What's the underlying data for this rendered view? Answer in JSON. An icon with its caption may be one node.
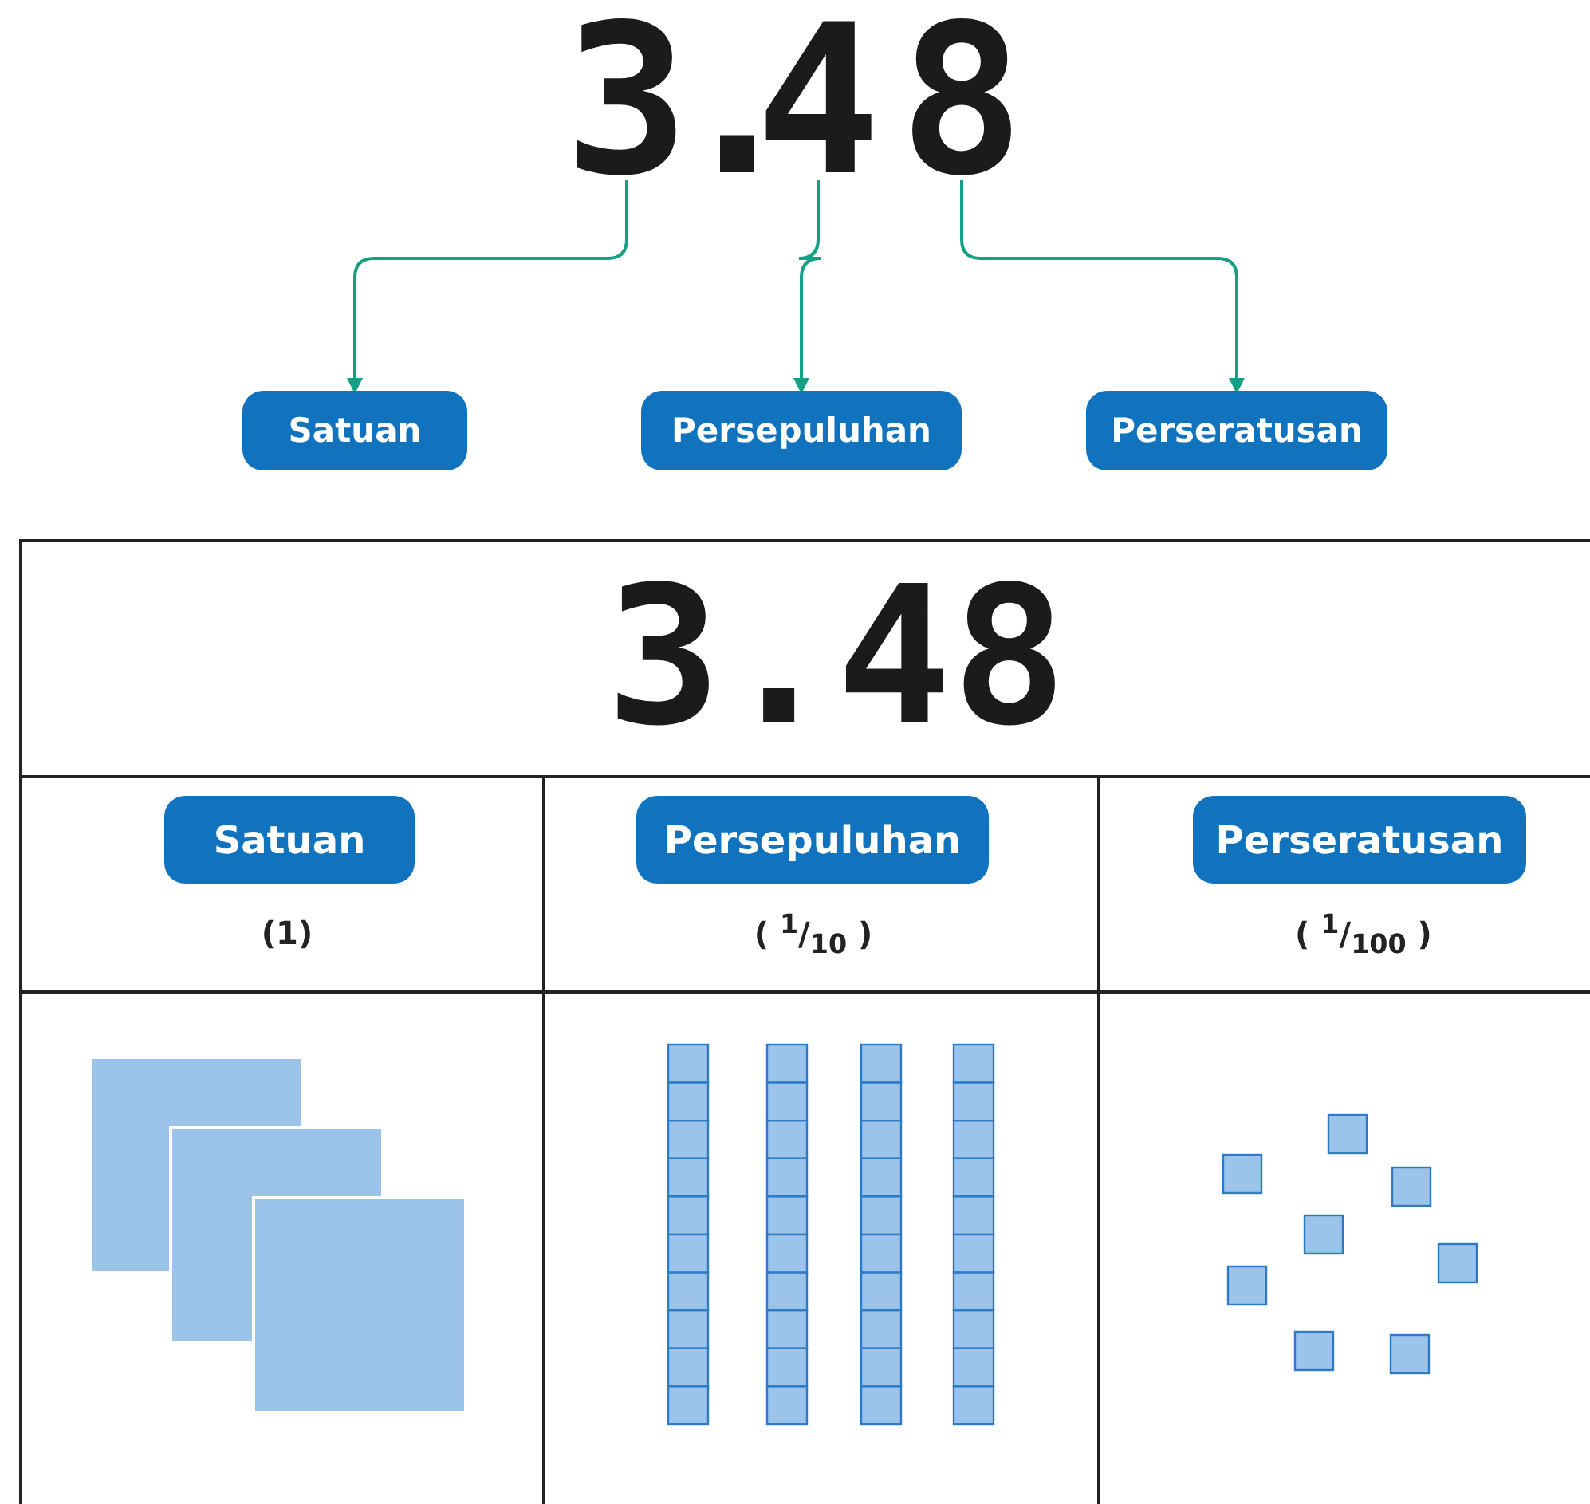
{
  "diagram": {
    "nodes": [
      {
        "text": [
          "3"
        ]
      },
      {
        "text": [
          "4"
        ]
      },
      {
        "text": [
          "8"
        ]
      },
      {
        "text": [
          "Satuan"
        ]
      },
      {
        "text": [
          "Persepuluhan"
        ]
      },
      {
        "text": [
          "Perseratusan"
        ]
      },
      {
        "text": [
          "Satuan"
        ]
      },
      {
        "text": [
          "Persepuluhan"
        ]
      },
      {
        "text": [
          "Perseratusan"
        ]
      }
    ],
    "edges": [
      {
        "from": 0,
        "to": 3,
        "arrow": "to"
      },
      {
        "from": 1,
        "to": 4,
        "arrow": "to"
      },
      {
        "from": 2,
        "to": 5,
        "arrow": "to"
      }
    ],
    "labels": [
      ".",
      "3.48",
      "(1)",
      "( $^{1}$/$_{10}$ )",
      "( $^{1}$/$_{100}$ )"
    ]
  }
}
